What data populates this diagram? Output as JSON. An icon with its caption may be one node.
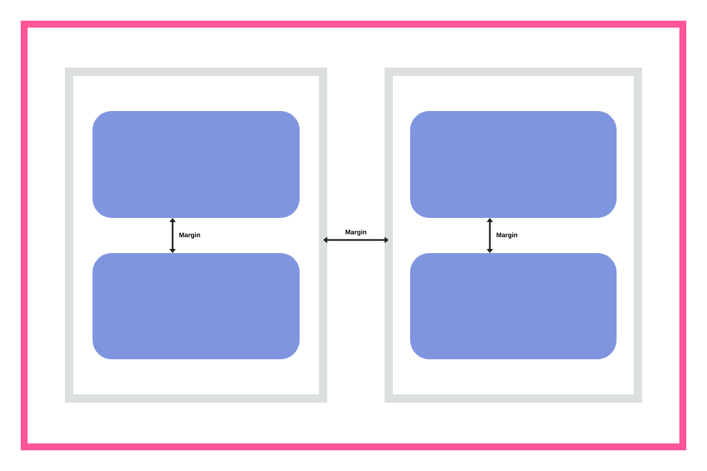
{
  "diagram": {
    "nodes": [
      {
        "text": [],
        "shape": "box"
      },
      {
        "text": [],
        "shape": "box",
        "in": 0
      },
      {
        "text": [],
        "shape": "box",
        "in": 1
      },
      {
        "text": [],
        "shape": "box",
        "in": 1
      },
      {
        "text": [],
        "shape": "box",
        "in": 0
      },
      {
        "text": [],
        "shape": "box",
        "in": 4
      },
      {
        "text": [],
        "shape": "box",
        "in": 4
      }
    ],
    "edges": [
      {
        "from": 2,
        "to": 3,
        "arrow": "both",
        "label": "Margin"
      },
      {
        "from": 1,
        "to": 4,
        "arrow": "both",
        "label": "Margin"
      },
      {
        "from": 5,
        "to": 6,
        "arrow": "both",
        "label": "Margin"
      }
    ]
  }
}
